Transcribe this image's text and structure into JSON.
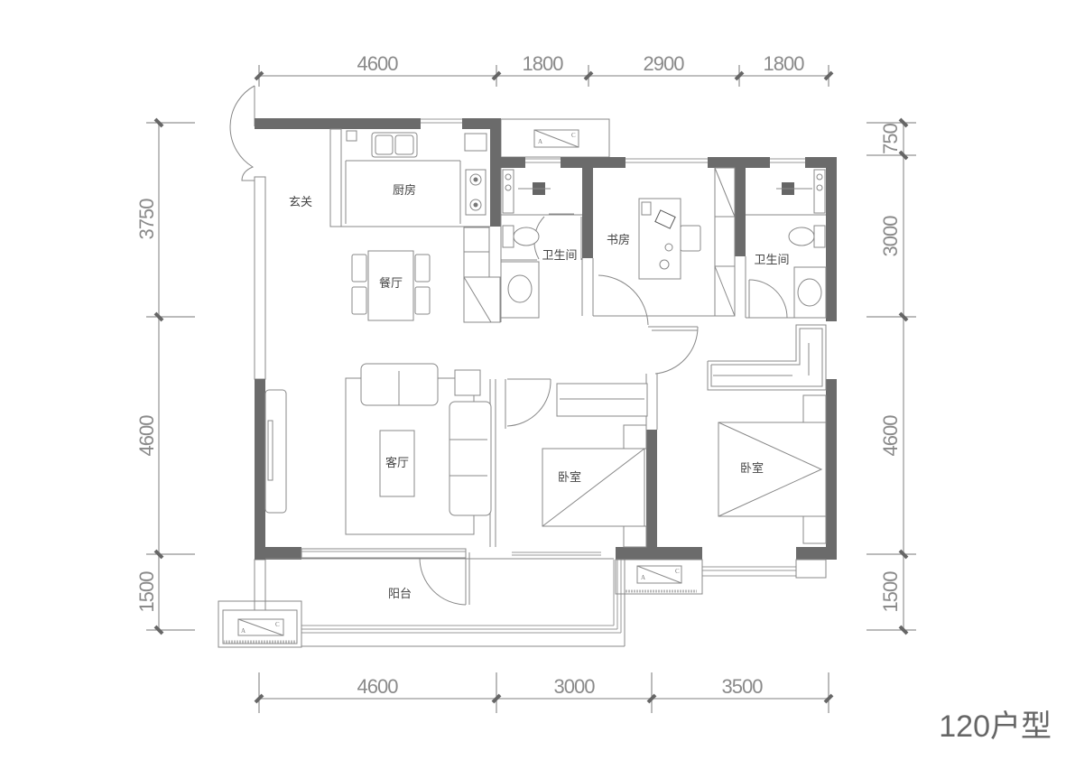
{
  "plan": {
    "title": "120户型",
    "wall_color": "#6b6b6b",
    "line_color": "#888888"
  },
  "dimensions": {
    "top": [
      "4600",
      "1800",
      "2900",
      "1800"
    ],
    "bottom": [
      "4600",
      "3000",
      "3500"
    ],
    "left": [
      "3750",
      "4600",
      "1500"
    ],
    "right": [
      "750",
      "3000",
      "4600",
      "1500"
    ]
  },
  "rooms": {
    "entry": "玄关",
    "kitchen": "厨房",
    "dining": "餐厅",
    "bath1": "卫生间",
    "study": "书房",
    "bath2": "卫生间",
    "living": "客厅",
    "bedroom1": "卧室",
    "bedroom2": "卧室",
    "balcony": "阳台"
  },
  "ac_units": [
    "A",
    "C"
  ]
}
